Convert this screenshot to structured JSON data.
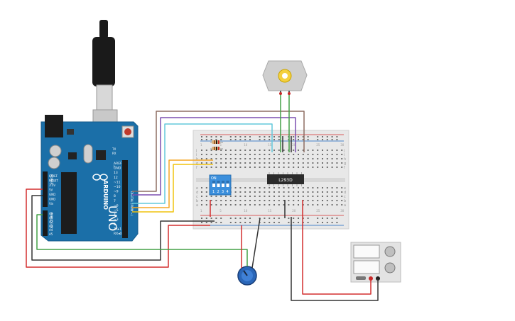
{
  "arduino": {
    "brand": "ARDUINO",
    "model": "UNO",
    "header_labels": [
      "AREF",
      "GND",
      "13",
      "12",
      "~11",
      "~10",
      "~9",
      "8",
      "7",
      "~6",
      "~5",
      "4",
      "~3",
      "2",
      "TX▸1",
      "RX◂0"
    ],
    "digital_label": "DIGITAL (PWM ~)",
    "power_labels": [
      "IOREF",
      "RESET",
      "3.3V",
      "5V",
      "GND",
      "GND",
      "Vin"
    ],
    "power_label": "POWER",
    "analog_labels": [
      "A0",
      "A1",
      "A2",
      "A3",
      "A4",
      "A5"
    ],
    "analog_label": "ANALOG IN",
    "tx_label": "TX",
    "rx_label": "RX",
    "l_label": "L",
    "on_label": "ON"
  },
  "breadboard": {
    "row_letters_top": [
      "j",
      "i",
      "h",
      "g",
      "f"
    ],
    "row_letters_bottom": [
      "e",
      "d",
      "c",
      "b",
      "a"
    ],
    "column_numbers": [
      "1",
      "5",
      "10",
      "15",
      "20",
      "25",
      "30"
    ]
  },
  "ic": {
    "label": "L293D"
  },
  "dip_switch": {
    "on_label": "ON",
    "numbers": [
      "1",
      "2",
      "3",
      "4"
    ]
  },
  "colors": {
    "board_blue": "#1b6fa8",
    "wire_red": "#d32f2f",
    "wire_black": "#333333",
    "wire_green": "#43a047",
    "wire_brown": "#8d6e63",
    "wire_purple": "#7b4fb0",
    "wire_cyan": "#64c8dc",
    "wire_orange": "#f5a623",
    "wire_yellow": "#f1c40f",
    "pot_blue": "#2a66b8"
  }
}
